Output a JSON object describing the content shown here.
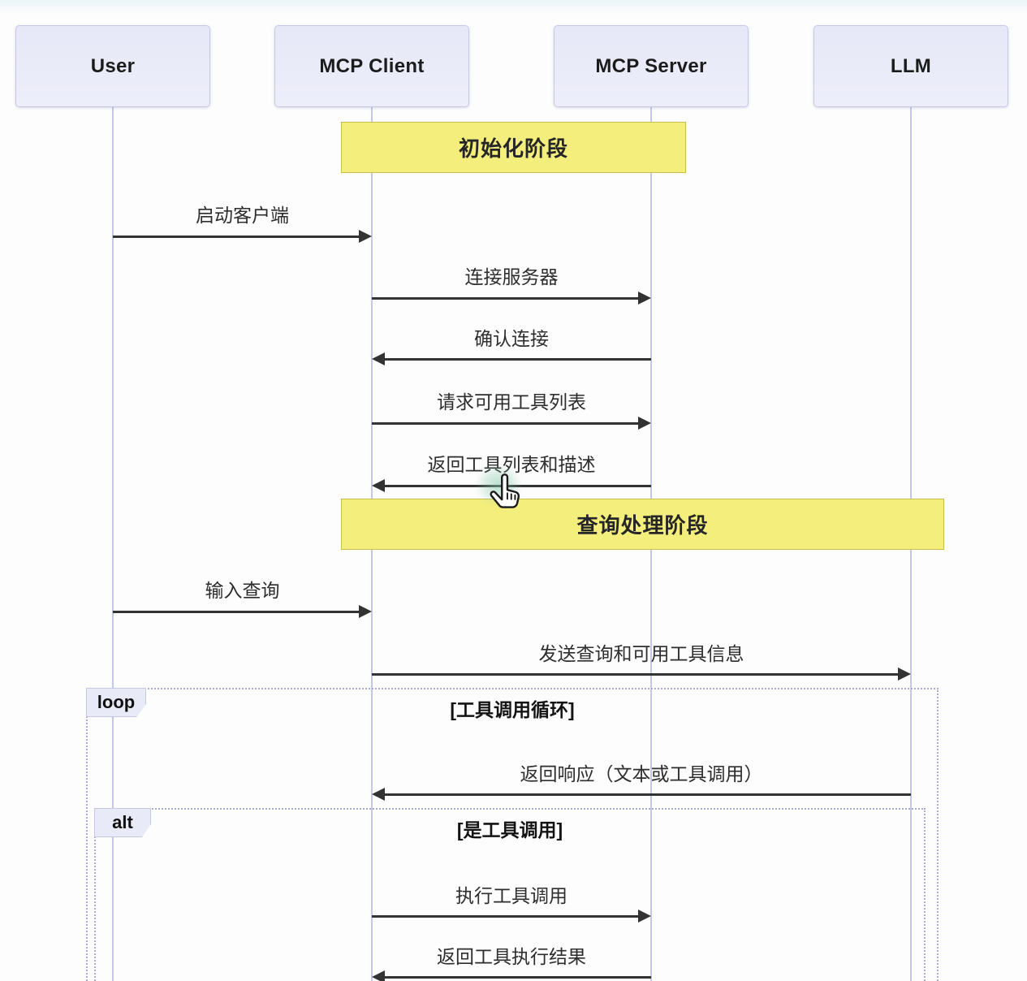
{
  "diagram_type": "sequence-diagram",
  "actors": [
    {
      "label": "User"
    },
    {
      "label": "MCP Client"
    },
    {
      "label": "MCP Server"
    },
    {
      "label": "LLM"
    }
  ],
  "phases": [
    {
      "label": "初始化阶段"
    },
    {
      "label": "查询处理阶段"
    }
  ],
  "messages": [
    {
      "from": "User",
      "to": "MCP Client",
      "label": "启动客户端"
    },
    {
      "from": "MCP Client",
      "to": "MCP Server",
      "label": "连接服务器"
    },
    {
      "from": "MCP Server",
      "to": "MCP Client",
      "label": "确认连接"
    },
    {
      "from": "MCP Client",
      "to": "MCP Server",
      "label": "请求可用工具列表"
    },
    {
      "from": "MCP Server",
      "to": "MCP Client",
      "label": "返回工具列表和描述"
    },
    {
      "from": "User",
      "to": "MCP Client",
      "label": "输入查询"
    },
    {
      "from": "MCP Client",
      "to": "LLM",
      "label": "发送查询和可用工具信息"
    },
    {
      "from": "LLM",
      "to": "MCP Client",
      "label": "返回响应（文本或工具调用）"
    },
    {
      "from": "MCP Client",
      "to": "MCP Server",
      "label": "执行工具调用"
    },
    {
      "from": "MCP Server",
      "to": "MCP Client",
      "label": "返回工具执行结果"
    }
  ],
  "frames": [
    {
      "keyword": "loop",
      "condition": "[工具调用循环]"
    },
    {
      "keyword": "alt",
      "condition": "[是工具调用]"
    }
  ],
  "cursor": {
    "icon": "hand-pointer-icon"
  },
  "colors": {
    "actor_fill": "#e9eaf8",
    "actor_border": "#c6c9e5",
    "lifeline": "#c4c8e8",
    "arrow": "#333333",
    "phase_fill": "#f4ef7d",
    "phase_border": "#c8bc4a",
    "frame_border": "#a8acd2",
    "click_glow": "#7dc3a5"
  }
}
